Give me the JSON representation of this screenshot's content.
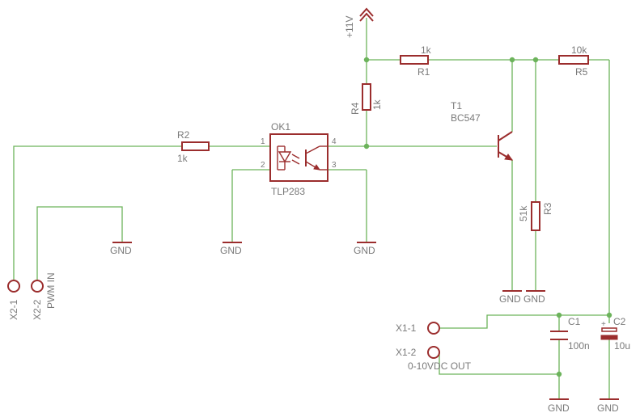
{
  "supply": {
    "label": "+11V"
  },
  "ground_label": "GND",
  "parts": {
    "R1": {
      "name": "R1",
      "value": "1k"
    },
    "R2": {
      "name": "R2",
      "value": "1k"
    },
    "R3": {
      "name": "R3",
      "value": "51k"
    },
    "R4": {
      "name": "R4",
      "value": "1k"
    },
    "R5": {
      "name": "R5",
      "value": "10k"
    },
    "T1": {
      "name": "T1",
      "value": "BC547"
    },
    "OK1": {
      "name": "OK1",
      "value": "TLP283",
      "pins": [
        "1",
        "2",
        "3",
        "4"
      ]
    },
    "C1": {
      "name": "C1",
      "value": "100n"
    },
    "C2": {
      "name": "C2",
      "value": "10u",
      "polarity": "+"
    }
  },
  "connectors": {
    "X2_1": {
      "name": "X2-1"
    },
    "X2_2": {
      "name": "X2-2",
      "signal": "PWM IN"
    },
    "X1_1": {
      "name": "X1-1"
    },
    "X1_2": {
      "name": "X1-2",
      "signal": "0-10VDC OUT"
    }
  },
  "colors": {
    "wire": "#6cb35b",
    "component": "#9b2d2d",
    "label": "#7a7a7a",
    "background": "#ffffff"
  }
}
